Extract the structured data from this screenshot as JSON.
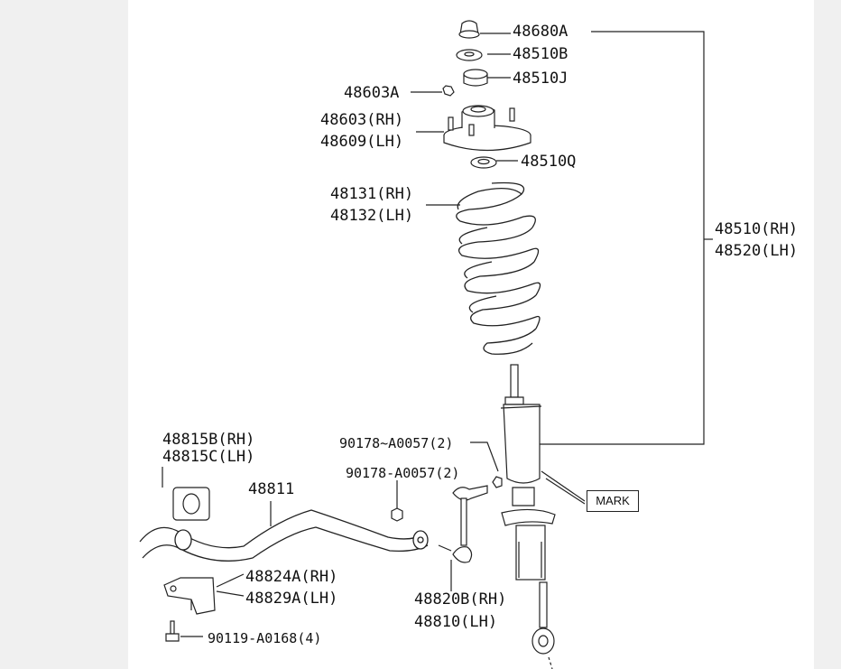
{
  "labels": [
    {
      "id": "p48680A",
      "text": "48680A"
    },
    {
      "id": "p48510B",
      "text": "48510B"
    },
    {
      "id": "p48510J",
      "text": "48510J"
    },
    {
      "id": "p48603A",
      "text": "48603A"
    },
    {
      "id": "p48603RH",
      "text": "48603(RH)"
    },
    {
      "id": "p48609LH",
      "text": "48609(LH)"
    },
    {
      "id": "p48510Q",
      "text": "48510Q"
    },
    {
      "id": "p48131RH",
      "text": "48131(RH)"
    },
    {
      "id": "p48132LH",
      "text": "48132(LH)"
    },
    {
      "id": "p48510RH",
      "text": "48510(RH)"
    },
    {
      "id": "p48520LH",
      "text": "48520(LH)"
    },
    {
      "id": "p48815BRH",
      "text": "48815B(RH)"
    },
    {
      "id": "p48815CLH",
      "text": "48815C(LH)"
    },
    {
      "id": "p90178a",
      "text": "90178~A0057(2)"
    },
    {
      "id": "p90178b",
      "text": "90178-A0057(2)"
    },
    {
      "id": "p48811",
      "text": "48811"
    },
    {
      "id": "p48824ARH",
      "text": "48824A(RH)"
    },
    {
      "id": "p48829ALH",
      "text": "48829A(LH)"
    },
    {
      "id": "p48820BRH",
      "text": "48820B(RH)"
    },
    {
      "id": "p48810LH",
      "text": "48810(LH)"
    },
    {
      "id": "p90119",
      "text": "90119-A0168(4)"
    }
  ],
  "mark_label": "MARK",
  "colors": {
    "highlight": "#f2b6b9",
    "line": "#222222",
    "background": "#ffffff",
    "margin": "#f0f0f0"
  }
}
